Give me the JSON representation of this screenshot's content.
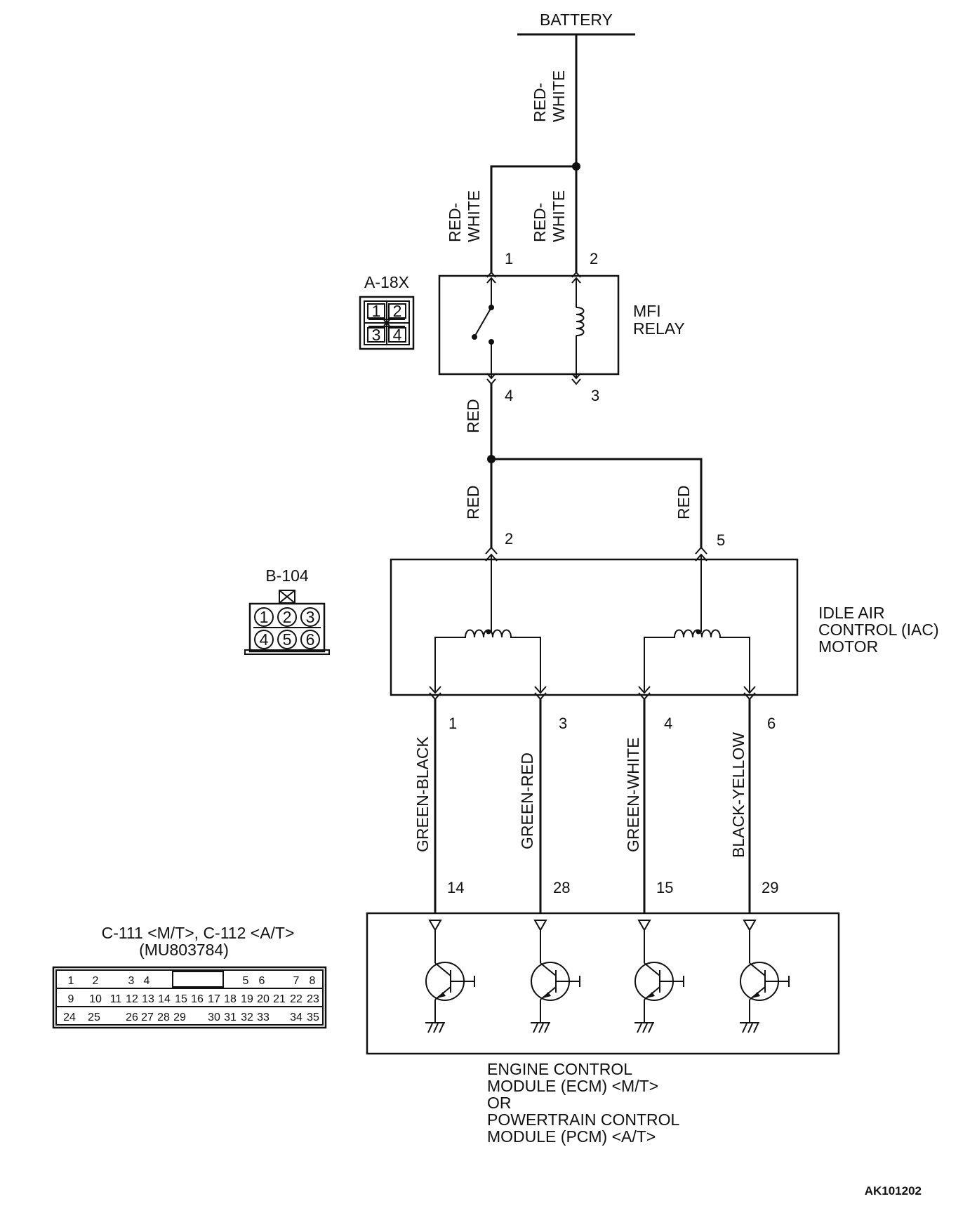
{
  "top": {
    "battery": "BATTERY"
  },
  "wire_colors": {
    "red_white": [
      "RED-",
      "WHITE"
    ],
    "red": "RED",
    "green_black": "GREEN-BLACK",
    "green_red": "GREEN-RED",
    "green_white": "GREEN-WHITE",
    "black_yellow": "BLACK-YELLOW"
  },
  "relay": {
    "name_lines": [
      "MFI",
      "RELAY"
    ],
    "connector_id": "A-18X",
    "connector_pins": [
      "1",
      "2",
      "3",
      "4"
    ],
    "pin_labels": {
      "p1": "1",
      "p2": "2",
      "p3": "3",
      "p4": "4"
    }
  },
  "iac": {
    "name_lines": [
      "IDLE AIR",
      "CONTROL (IAC)",
      "MOTOR"
    ],
    "connector_id": "B-104",
    "connector_pins": [
      "1",
      "2",
      "3",
      "4",
      "5",
      "6"
    ],
    "top_pins": [
      "2",
      "5"
    ],
    "bottom_pins": [
      "1",
      "3",
      "4",
      "6"
    ]
  },
  "ecm": {
    "input_pins": [
      "14",
      "28",
      "15",
      "29"
    ],
    "name_lines": [
      "ENGINE CONTROL",
      "MODULE (ECM) <M/T>",
      "OR",
      "POWERTRAIN CONTROL",
      "MODULE (PCM) <A/T>"
    ],
    "connector_title": "C-111 <M/T>, C-112 <A/T>",
    "connector_part": "(MU803784)",
    "connector_rows": [
      [
        "1",
        "2",
        "3",
        "4",
        "5",
        "6",
        "7",
        "8"
      ],
      [
        "9",
        "10",
        "11",
        "12",
        "13",
        "14",
        "15",
        "16",
        "17",
        "18",
        "19",
        "20",
        "21",
        "22",
        "23"
      ],
      [
        "24",
        "25",
        "26",
        "27",
        "28",
        "29",
        "30",
        "31",
        "32",
        "33",
        "34",
        "35"
      ]
    ]
  },
  "figure_ref": "AK101202"
}
